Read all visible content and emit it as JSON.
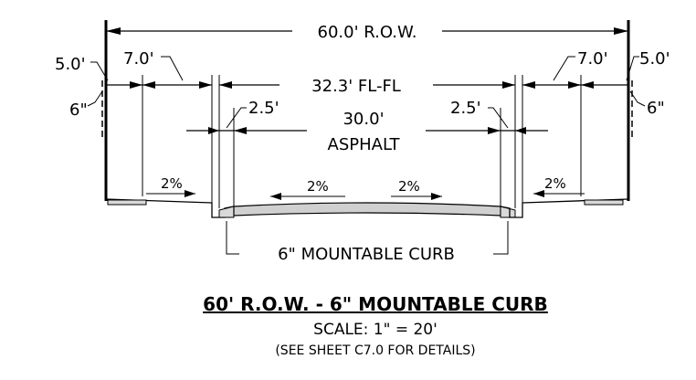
{
  "dimensions": {
    "row": "60.0' R.O.W.",
    "sidewalk_left": "5.0'",
    "sidewalk_right": "5.0'",
    "parkway_left": "7.0'",
    "parkway_right": "7.0'",
    "fl_fl": "32.3' FL-FL",
    "gutter_left": "2.5'",
    "gutter_right": "2.5'",
    "curb_offset_left": "6\"",
    "curb_offset_right": "6\"",
    "asphalt_width": "30.0'",
    "asphalt_label": "ASPHALT"
  },
  "slopes": {
    "parkway_left": "2%",
    "road_left": "2%",
    "road_right": "2%",
    "parkway_right": "2%"
  },
  "callouts": {
    "curb": "6\" MOUNTABLE CURB"
  },
  "title_block": {
    "title": "60' R.O.W. - 6\" MOUNTABLE CURB",
    "scale": "SCALE: 1\" = 20'",
    "note": "(SEE SHEET C7.0 FOR DETAILS)"
  }
}
